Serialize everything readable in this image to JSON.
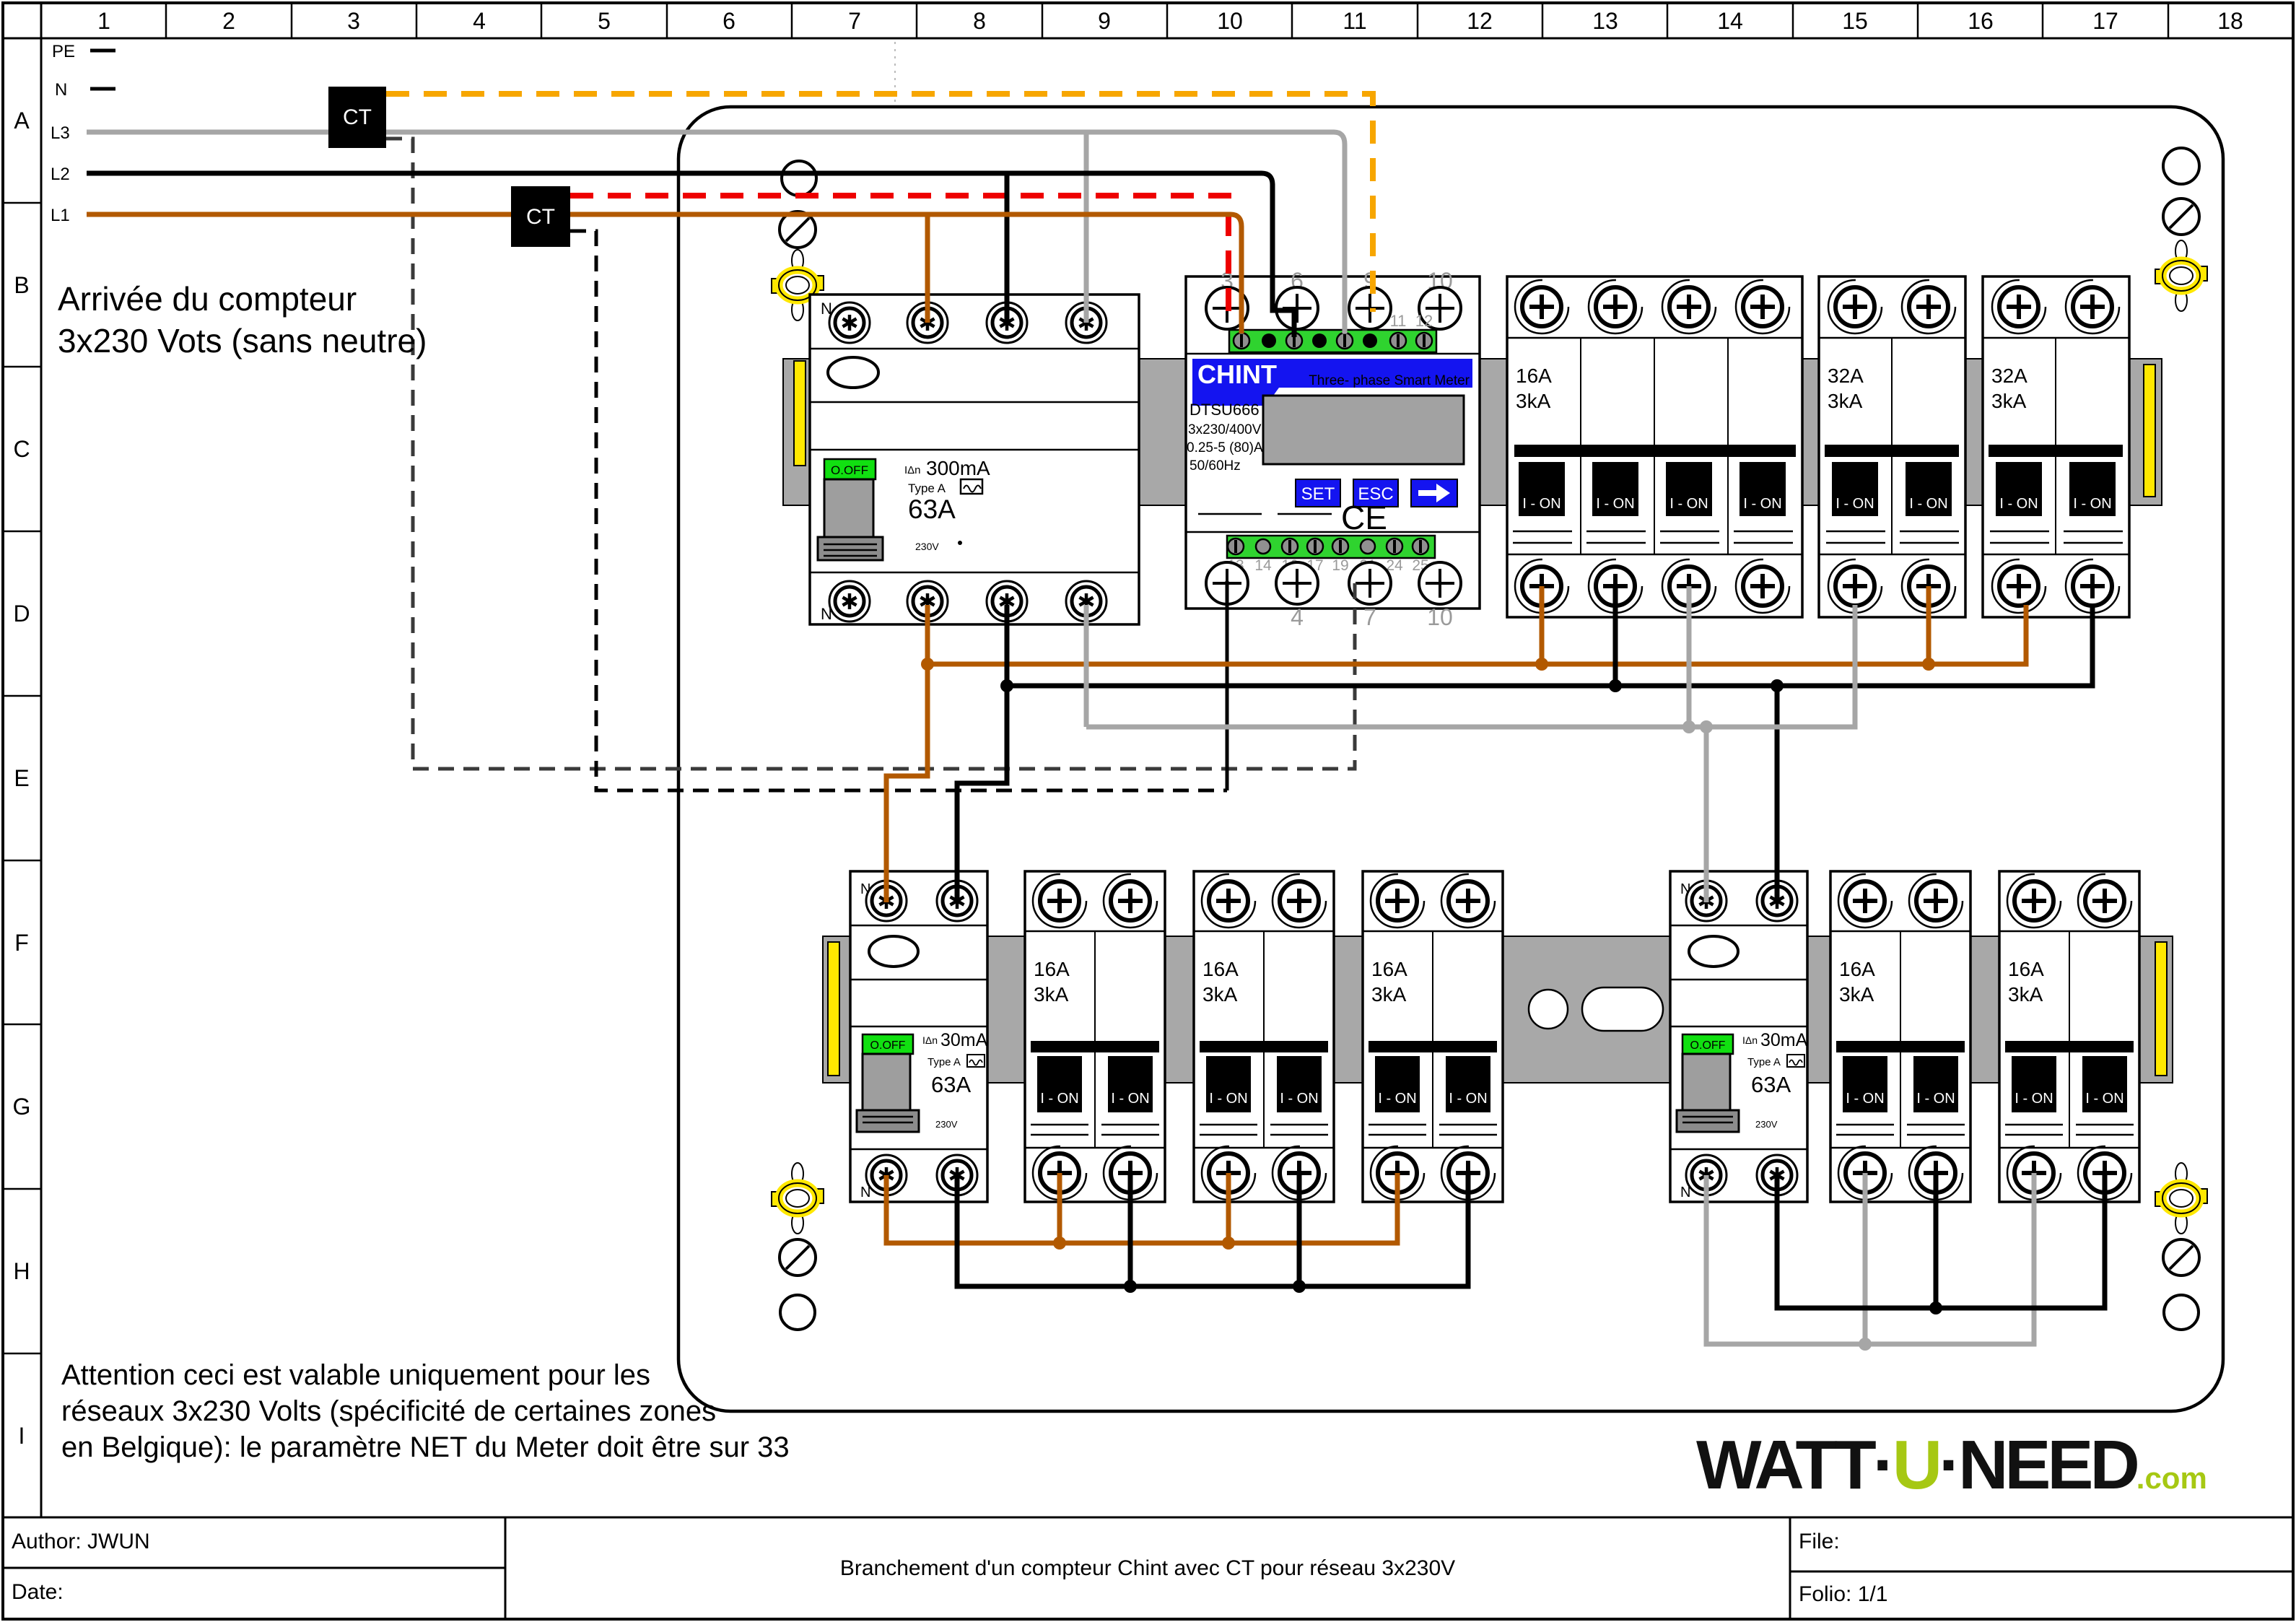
{
  "sheet": {
    "columns": [
      "1",
      "2",
      "3",
      "4",
      "5",
      "6",
      "7",
      "8",
      "9",
      "10",
      "11",
      "12",
      "13",
      "14",
      "15",
      "16",
      "17",
      "18"
    ],
    "rows": [
      "A",
      "B",
      "C",
      "D",
      "E",
      "F",
      "G",
      "H",
      "I"
    ],
    "feed": {
      "pe": "PE",
      "n": "N",
      "l3": "L3",
      "l2": "L2",
      "l1": "L1"
    },
    "ct_label": "CT",
    "arrival_note": [
      "Arrivée du compteur",
      "3x230 Vots (sans neutre)"
    ],
    "attention_note": [
      "Attention ceci est valable uniquement pour les",
      " réseaux  3x230 Volts (spécificité de certaines zones",
      "en Belgique): le paramètre NET du Meter doit être sur 33"
    ]
  },
  "meter": {
    "brand": "CHINT",
    "type_label": "Three- phase Smart Meter",
    "model": "DTSU666",
    "voltage": "3x230/400V",
    "current": "0.25-5 (80)A",
    "frequency": "50/60Hz",
    "buttons": {
      "set": "SET",
      "esc": "ESC"
    },
    "ce_mark": "CE",
    "top_terminals": [
      "3",
      "6",
      "9",
      "10"
    ],
    "top_strip_terminals": [
      "11",
      "12"
    ],
    "bottom_strip_terminals": [
      "13",
      "14",
      "16",
      "17",
      "19",
      "21",
      "24",
      "25"
    ],
    "bottom_terminals": [
      "4",
      "7",
      "10"
    ]
  },
  "rcd_main": {
    "n": "N",
    "off": "O.OFF",
    "idn_prefix": "IΔn",
    "sensitivity": "300mA",
    "type": "Type A",
    "rating": "63A",
    "voltage": "230V"
  },
  "rcd_sub": {
    "n": "N",
    "off": "O.OFF",
    "idn_prefix": "IΔn",
    "sensitivity": "30mA",
    "type": "Type A",
    "rating": "63A",
    "voltage": "230V"
  },
  "breakers": {
    "b16": {
      "current": "16A",
      "breaking": "3kA"
    },
    "b32": {
      "current": "32A",
      "breaking": "3kA"
    },
    "on_label": "I - ON"
  },
  "title_block": {
    "author": "Author: JWUN",
    "date": "Date:",
    "title": "Branchement d'un compteur Chint  avec CT pour réseau 3x230V",
    "file": "File:",
    "folio": "Folio: 1/1"
  },
  "logo": {
    "part1": "WATT·",
    "part2": "U",
    "part3": "·NEED",
    "domain": ".com"
  },
  "colors": {
    "wire_l1_brown": "#b25900",
    "wire_l2_black": "#000000",
    "wire_l3_gray": "#a6a6a6",
    "ct_orange_dashed": "#f7a600",
    "ct_red_dashed": "#ee0000",
    "terminal_green": "#2fd32f",
    "off_green": "#11e011",
    "chint_blue": "#1414f0",
    "din_rail_gray": "#a8a8a8",
    "hinge_yellow": "#ffe800",
    "logo_green": "#a6c813"
  }
}
